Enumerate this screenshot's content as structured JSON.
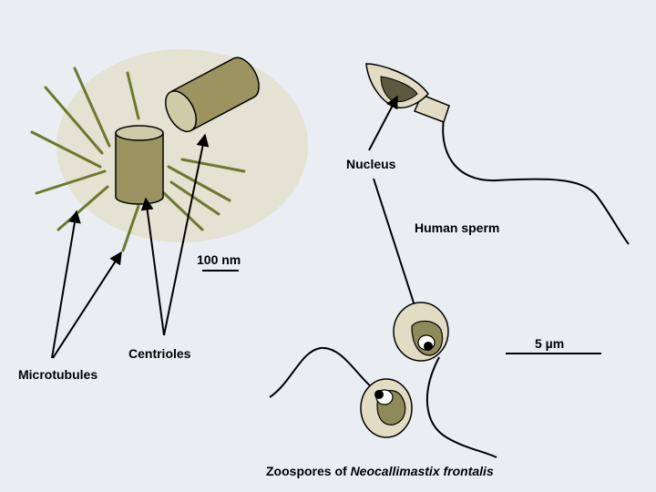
{
  "labels": {
    "microtubules": "Microtubules",
    "centrioles": "Centrioles",
    "nucleus": "Nucleus",
    "human_sperm": "Human sperm",
    "scale_100nm": "100 nm",
    "scale_5um": "5 µm",
    "zoospores_prefix": "Zoospores of ",
    "zoospores_species": "Neocallimastix frontalis"
  },
  "colors": {
    "background": "#eaeef3",
    "halo": "#e4e2d2",
    "cylinder_body": "#9c9460",
    "cylinder_top": "#cfcaa8",
    "microtubule": "#6b7a2e",
    "cell_outer": "#e2dcc4",
    "cell_inner": "#8f8a5a",
    "sperm_nucleus": "#5c5a3e",
    "line": "#000000"
  }
}
